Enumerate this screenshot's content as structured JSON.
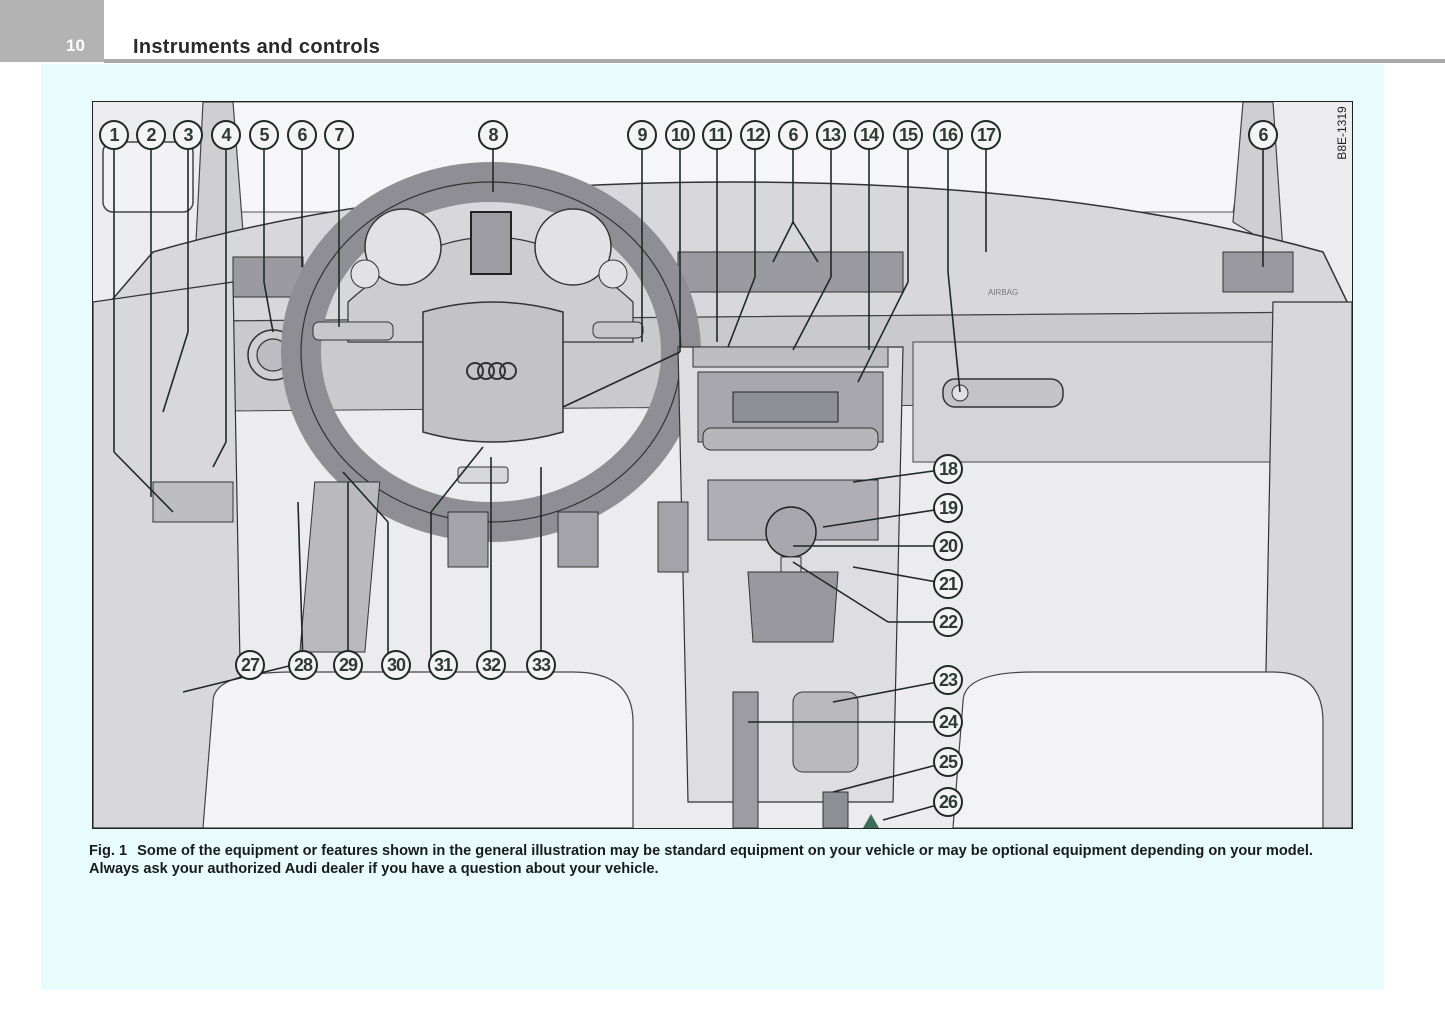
{
  "header": {
    "page_number": "10",
    "section_title": "Instruments and controls"
  },
  "figure": {
    "code": "B8E-1319",
    "airbag_text": "AIRBAG",
    "callouts_top": [
      "1",
      "2",
      "3",
      "4",
      "5",
      "6",
      "7",
      "8",
      "9",
      "10",
      "11",
      "12",
      "6",
      "13",
      "14",
      "15",
      "16",
      "17",
      "6"
    ],
    "callouts_right": [
      "18",
      "19",
      "20",
      "21",
      "22",
      "23",
      "24",
      "25",
      "26"
    ],
    "callouts_bottom": [
      "27",
      "28",
      "29",
      "30",
      "31",
      "32",
      "33"
    ]
  },
  "caption": {
    "label": "Fig. 1",
    "text": "Some of the equipment or features shown in the general illustration may be standard equipment on your vehicle or may be optional equipment depending on your model. Always ask your authorized Audi dealer if you have a question about your vehicle."
  },
  "colors": {
    "page_background": "#e8fcfd",
    "header_bar": "#b3b3b3",
    "callout_stroke": "#1e2a24"
  }
}
